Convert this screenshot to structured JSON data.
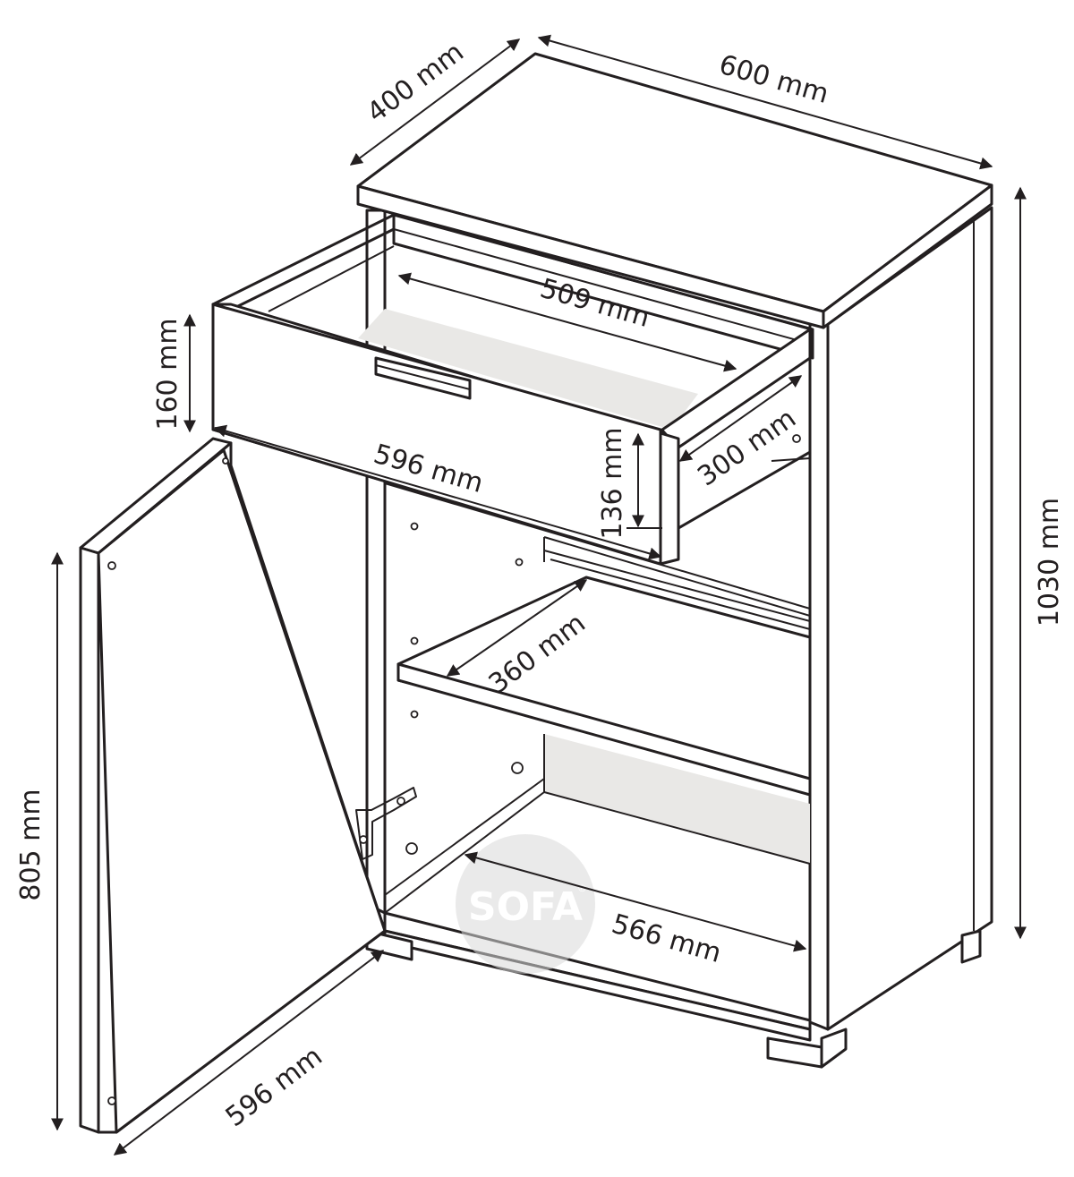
{
  "dimensions": {
    "depth_top": "400 mm",
    "width_top": "600 mm",
    "height_total": "1030 mm",
    "drawer_inner_width": "509 mm",
    "drawer_front_height": "160 mm",
    "drawer_front_width": "596 mm",
    "drawer_depth": "300 mm",
    "drawer_inner_height": "136 mm",
    "shelf_depth": "360 mm",
    "inner_width": "566 mm",
    "door_height": "805 mm",
    "door_width": "596 mm"
  },
  "watermark": {
    "text": "SOFA",
    "mark": "®"
  },
  "colors": {
    "line": "#231f20",
    "shade": "#e9e8e6",
    "background": "#ffffff"
  }
}
